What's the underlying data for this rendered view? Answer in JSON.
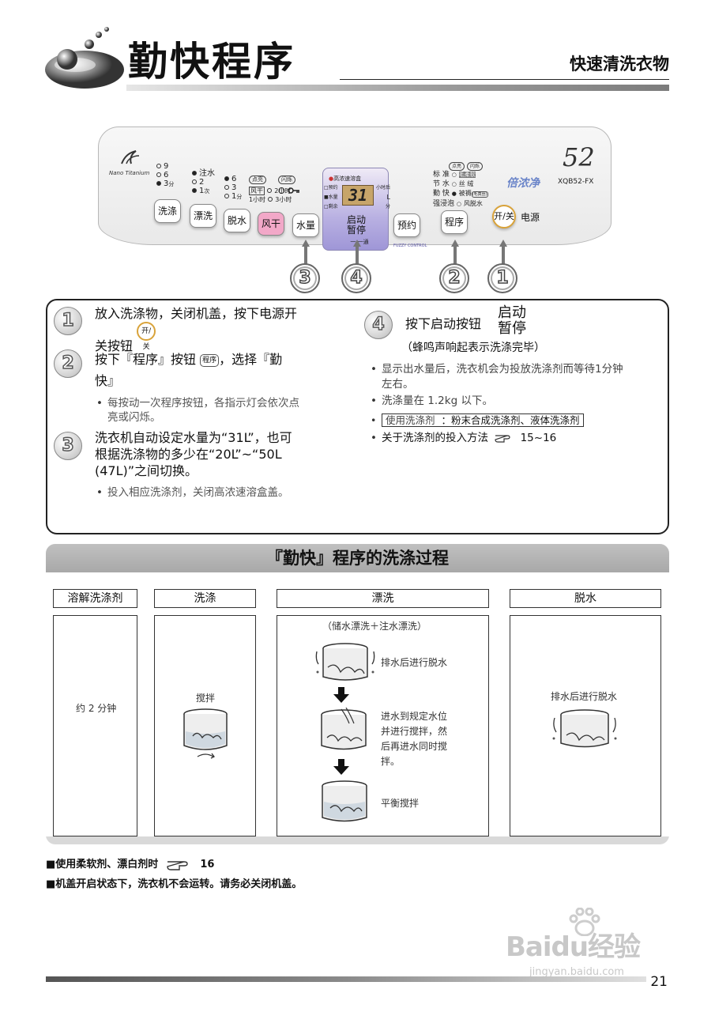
{
  "header": {
    "title": "勤快程序",
    "subtitle": "快速清洗衣物"
  },
  "panel": {
    "logo_text": "Nano Titanium",
    "wash_time_options": [
      "9",
      "6",
      "3"
    ],
    "wash_time_unit": "分",
    "rinse_options": [
      "注水",
      "2",
      "1"
    ],
    "rinse_unit": "次",
    "spin_options": [
      "6",
      "3",
      "1"
    ],
    "spin_unit": "分",
    "air_dry_label": "点亮",
    "air_dry_box": "风干",
    "air_dry_options": [
      "2小时",
      "1小时",
      "3小时"
    ],
    "flash_label": "闪烁",
    "lock_symbol": "O",
    "buttons": {
      "wash": "洗涤",
      "rinse": "漂洗",
      "spin": "脱水",
      "dry": "风干",
      "water": "水量",
      "reserve": "预约",
      "program": "程序",
      "power": "开/关",
      "power_label": "电源"
    },
    "lcd": {
      "top_label": "高浓速溶盒",
      "side_labels": [
        "预约",
        "水量",
        "剩余"
      ],
      "digits": "31",
      "right_labels": [
        "小时后",
        "L",
        "分"
      ],
      "start_line1": "启动",
      "start_line2": "暂停",
      "start_sub": "一 一通"
    },
    "fuzzy_label": "FUZZY CONTROL",
    "programs": {
      "light_label": "点亮",
      "flash_label": "闪烁",
      "rows": [
        {
          "name": "标 准",
          "opt": "毛柔软"
        },
        {
          "name": "节 水",
          "opt": "丝 绒"
        },
        {
          "name": "勤 快",
          "opt": "被褥"
        },
        {
          "name": "强浸泡",
          "opt": "风脱水"
        }
      ],
      "opt_note": "(毛真丝)"
    },
    "model_big": "52",
    "model_code": "XQB52-FX",
    "brand": "倍浓净"
  },
  "step_numbers": [
    "3",
    "4",
    "2",
    "1"
  ],
  "instructions": {
    "step1": {
      "num": "1",
      "text_a": "放入洗涤物，关闭机盖，按下电源开",
      "text_b": "关按钮",
      "btn": "开/关"
    },
    "step2": {
      "num": "2",
      "text_a": "按下『程序』按钮",
      "btn": "程序",
      "text_b": "，选择『勤",
      "text_c": "快』",
      "note_a": "每按动一次程序按钮，各指示灯会依次点",
      "note_b": "亮或闪烁。"
    },
    "step3": {
      "num": "3",
      "line1": "洗衣机自动设定水量为“31L”，也可",
      "line2": "根据洗涤物的多少在“20L”~“50L",
      "line3": "(47L)”之间切换。",
      "note": "投入相应洗涤剂，关闭高浓速溶盒盖。"
    },
    "step4": {
      "num": "4",
      "text": "按下启动按钮",
      "btn_line1": "启动",
      "btn_line2": "暂停",
      "sub": "（蜂鸣声响起表示洗涤完毕）",
      "notes": [
        "显示出水量后，洗衣机会为投放洗涤剂而等待1分钟",
        "左右。",
        "洗涤量在 1.2kg 以下。"
      ],
      "detergent_label": "使用洗涤剂",
      "detergent_value": "：粉末合成洗涤剂、液体洗涤剂",
      "method": "关于洗涤剂的投入方法",
      "method_page": "15~16"
    }
  },
  "process": {
    "title": "『勤快』程序的洗涤过程",
    "columns": [
      "溶解洗涤剂",
      "洗涤",
      "漂洗",
      "脱水"
    ],
    "dissolve_text": "约 2 分钟",
    "wash_text": "搅拌",
    "rinse_header": "（储水漂洗＋注水漂洗）",
    "rinse_step1": "排水后进行脱水",
    "rinse_step2": [
      "进水到规定水位",
      "并进行搅拌，然",
      "后再进水同时搅",
      "拌。"
    ],
    "rinse_step3": "平衡搅拌",
    "spin_text": "排水后进行脱水"
  },
  "footer": {
    "note1": "■使用柔软剂、漂白剂时",
    "note1_page": "16",
    "note2": "■机盖开启状态下，洗衣机不会运转。请务必关闭机盖。",
    "page_number": "21",
    "watermark": "Baidu经验",
    "watermark_sub": "jingyan.baidu.com"
  }
}
